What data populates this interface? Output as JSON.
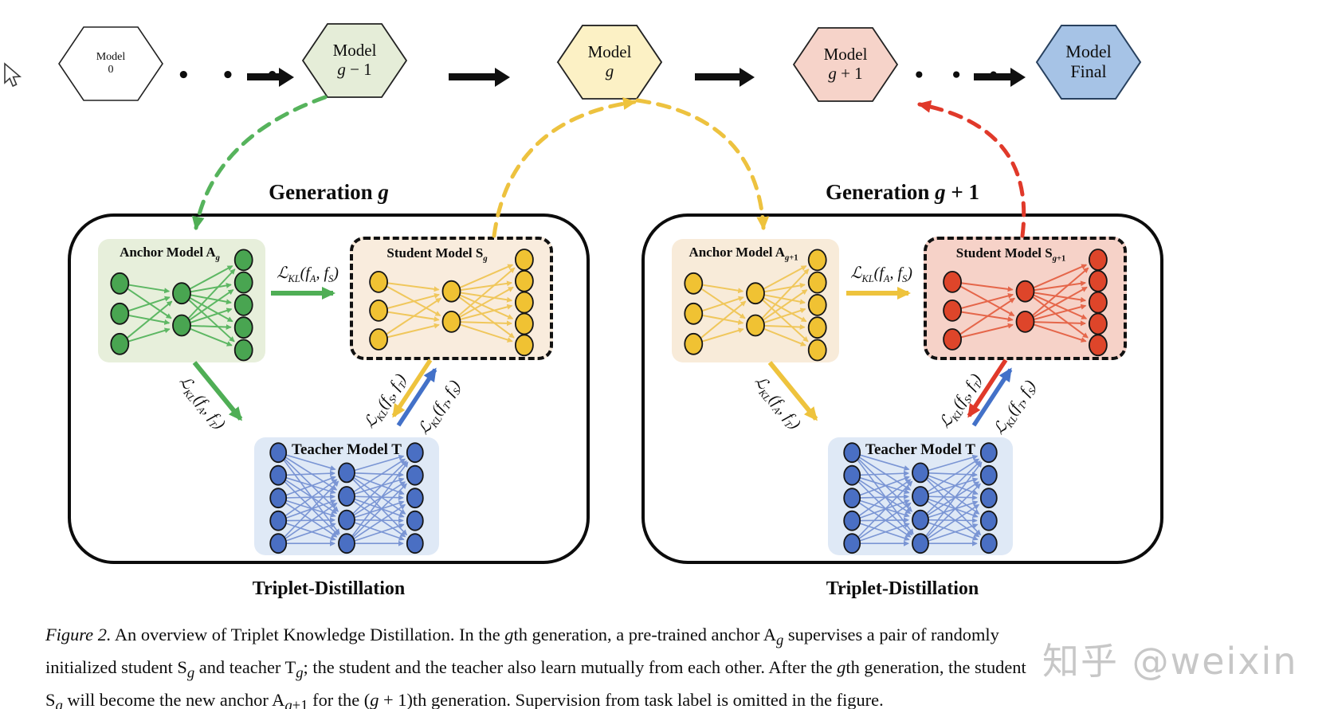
{
  "figure": {
    "ellipsis": "• • •",
    "model_chain": [
      {
        "line1": "Model",
        "line2": "0",
        "fill": "#ffffff"
      },
      {
        "line1": "Model",
        "line2": "*g* − 1",
        "fill": "#e5edd8"
      },
      {
        "line1": "Model",
        "line2": "*g*",
        "fill": "#fcf1c5"
      },
      {
        "line1": "Model",
        "line2": "*g* + 1",
        "fill": "#f6d3c9"
      },
      {
        "line1": "Model",
        "line2": "Final",
        "fill": "#a6c3e6"
      }
    ],
    "generations": [
      {
        "title": "Generation *g*",
        "anchor_label": "Anchor Model A_{*g*}",
        "student_label": "Student Model S_{*g*}",
        "teacher_label": "Teacher Model T",
        "loss_anchor_student": "ℒ_{KL}(f_{A}, f_{S})",
        "loss_anchor_teacher": "ℒ_{KL}(f_{A}, f_{T})",
        "loss_student_teacher": "ℒ_{KL}(f_{S}, f_{T})",
        "loss_teacher_student": "ℒ_{KL}(f_{T}, f_{S})",
        "footer": "Triplet-Distillation"
      },
      {
        "title": "Generation *g* + 1",
        "anchor_label": "Anchor Model A_{*g*+1}",
        "student_label": "Student Model S_{*g*+1}",
        "teacher_label": "Teacher Model T",
        "loss_anchor_student": "ℒ_{KL}(f_{A}, f_{S})",
        "loss_anchor_teacher": "ℒ_{KL}(f_{A}, f_{T})",
        "loss_student_teacher": "ℒ_{KL}(f_{S}, f_{T})",
        "loss_teacher_student": "ℒ_{KL}(f_{T}, f_{S})",
        "footer": "Triplet-Distillation"
      }
    ],
    "networks": {
      "anchor_g": {
        "layers": [
          3,
          2,
          5
        ],
        "style": "wide",
        "node_color": "#49a551",
        "edge_color": "#5db763",
        "marker": "m-green"
      },
      "student_g": {
        "layers": [
          3,
          2,
          5
        ],
        "style": "wide",
        "node_color": "#f0c233",
        "edge_color": "#f0c75c",
        "marker": "m-yellow"
      },
      "teacher_g": {
        "layers": [
          5,
          4,
          5
        ],
        "style": "dense",
        "node_color": "#4a6fc3",
        "edge_color": "#7a95d4",
        "marker": "m-blue"
      },
      "anchor_g1": {
        "layers": [
          3,
          2,
          5
        ],
        "style": "wide",
        "node_color": "#f0c233",
        "edge_color": "#f0c75c",
        "marker": "m-yellow"
      },
      "student_g1": {
        "layers": [
          3,
          2,
          5
        ],
        "style": "wide",
        "node_color": "#de452a",
        "edge_color": "#e5664a",
        "marker": "m-red"
      },
      "teacher_g1": {
        "layers": [
          5,
          4,
          5
        ],
        "style": "dense",
        "node_color": "#4a6fc3",
        "edge_color": "#7a95d4",
        "marker": "m-blue"
      }
    },
    "colors": {
      "arrow_green": "#4fae55",
      "arrow_yellow": "#eec33d",
      "arrow_blue": "#4371c8",
      "arrow_red": "#e0392a",
      "anchor_g_bg": "#e7efdb",
      "student_g_bg": "#f9ecdd",
      "teacher_bg": "#dfe9f6",
      "anchor_g1_bg": "#f8ebd9",
      "student_g1_bg": "#f6d2c8",
      "box_border": "#0c0c0c"
    },
    "caption": {
      "lines": [
        "*Figure 2.* An overview of Triplet Knowledge Distillation. In the *g*th generation, a pre-trained anchor A_{*g*} supervises a pair of randomly",
        "initialized student S_{*g*} and teacher T_{*g*}; the student and the teacher also learn mutually from each other. After the *g*th generation, the student",
        "S_{*g*} will become the new anchor A_{*g*+1} for the (*g* + 1)th generation. Supervision from task label is omitted in the figure."
      ]
    },
    "watermark": {
      "text": "知乎 @weixin"
    }
  }
}
